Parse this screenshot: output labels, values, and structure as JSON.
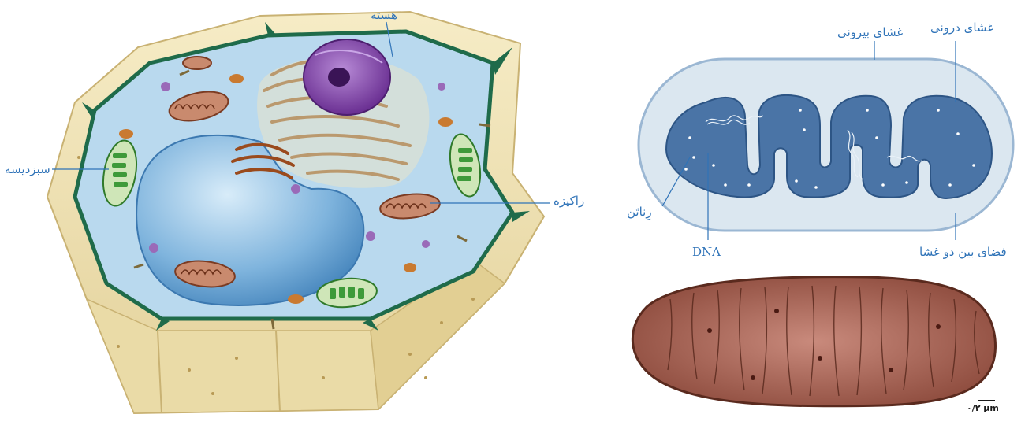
{
  "labels": {
    "nucleus": "هسته",
    "chloroplast": "سبزدیسه",
    "mitochondrion": "راکیزه",
    "ribosome": "رِناتَن",
    "dna": "DNA",
    "inner_membrane": "غشای درونی",
    "outer_membrane": "غشای بیرونی",
    "intermembrane_space": "فضای بین دو غشا"
  },
  "scale_bar": "۰/۲ µm",
  "colors": {
    "label": "#2f73b8",
    "cell_wall": "#efe2b0",
    "cytoplasm": "#b9d9ee",
    "vacuole": "#6fa8d6",
    "nucleus": "#7a3fa0",
    "chloroplast": "#3e9a3a",
    "mito_matrix": "#4a74a6",
    "mito_outer": "#dbe7f0",
    "micrograph": "#b06a5a"
  }
}
